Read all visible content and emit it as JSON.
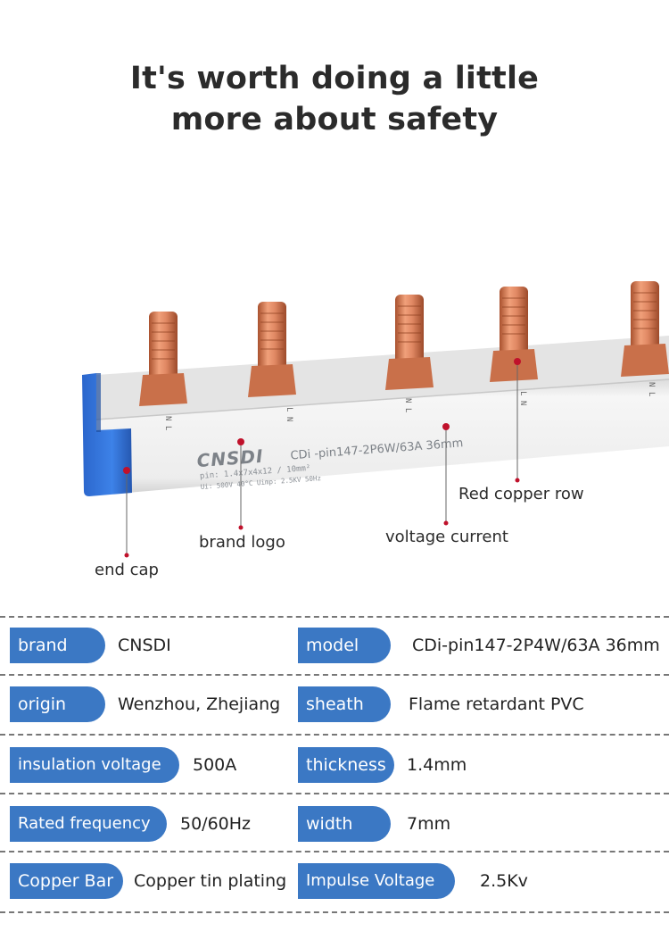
{
  "headline": {
    "line1": "It's worth doing a little",
    "line2": "more about safety"
  },
  "product": {
    "brand_print": "CNSDI",
    "model_print": "CDi -pin147-2P6W/63A 36mm",
    "spec_print_1": "pin: 1.4x7x4x12  / 10mm²",
    "spec_print_2": "Ui: 500V   40°C   Uimp: 2.5KV  50Hz",
    "pin_marks": [
      "N L",
      "L N",
      "N L",
      "L N",
      "N L"
    ],
    "colors": {
      "end_cap": "#2f6fd6",
      "copper": "#d9805a",
      "sheath": "#f1f1f1",
      "pointer": "#c0112b"
    }
  },
  "callouts": {
    "red_copper": "Red copper row",
    "voltage": "voltage current",
    "brand_logo": "brand logo",
    "end_cap": "end cap"
  },
  "specs": {
    "accent": "#3b78c4",
    "rows": [
      {
        "l_label": "brand",
        "l_value": "CNSDI",
        "r_label": "model",
        "r_value": "CDi-pin147-2P4W/63A 36mm"
      },
      {
        "l_label": "origin",
        "l_value": "Wenzhou, Zhejiang",
        "r_label": "sheath",
        "r_value": "Flame retardant PVC"
      },
      {
        "l_label": "insulation voltage",
        "l_value": "500A",
        "r_label": "thickness",
        "r_value": "1.4mm"
      },
      {
        "l_label": "Rated frequency",
        "l_value": "50/60Hz",
        "r_label": "width",
        "r_value": "7mm"
      },
      {
        "l_label": "Copper Bar",
        "l_value": "Copper tin plating",
        "r_label": "Impulse Voltage",
        "r_value": "2.5Kv"
      }
    ]
  }
}
